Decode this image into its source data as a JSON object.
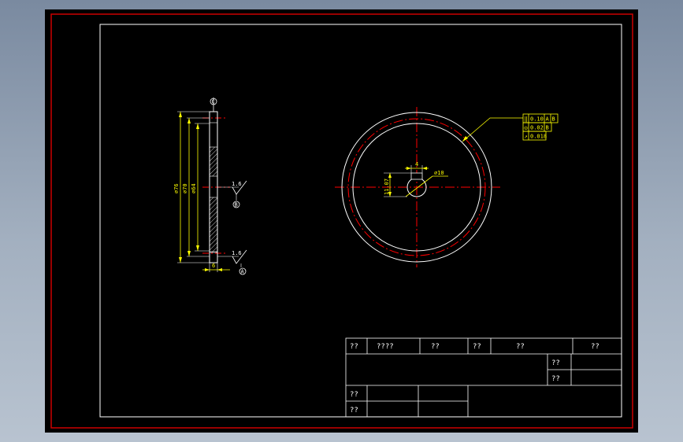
{
  "colors": {
    "background": "#000000",
    "frame_outer": "#cc0000",
    "frame_inner": "#ffffff",
    "dimension": "#ffff00",
    "centerline": "#ff0000",
    "geometry": "#ffffff"
  },
  "side_view": {
    "datum_top": "C",
    "dimensions": [
      "⌀76",
      "⌀70",
      "⌀64"
    ],
    "width_dim": "6",
    "roughness_1": {
      "value": "1.6",
      "datum": "B"
    },
    "roughness_2": {
      "value": "1.6",
      "datum": "A"
    }
  },
  "front_view": {
    "bore_dia": "⌀10",
    "key_dim": "11.07",
    "keyway_width": "4",
    "tolerance_frame": [
      {
        "symbol": "‖",
        "value": "0.10",
        "datum": "A",
        "extra": "B"
      },
      {
        "symbol": "◎",
        "value": "0.02",
        "datum": "B",
        "extra": ""
      },
      {
        "symbol": "↗",
        "value": "0.018",
        "datum": "",
        "extra": ""
      }
    ]
  },
  "title_block": {
    "row1": [
      "??",
      "????",
      "??",
      "??",
      "??",
      "??"
    ],
    "right_labels": [
      "??",
      "??"
    ],
    "left_labels": [
      "??",
      "??"
    ]
  }
}
